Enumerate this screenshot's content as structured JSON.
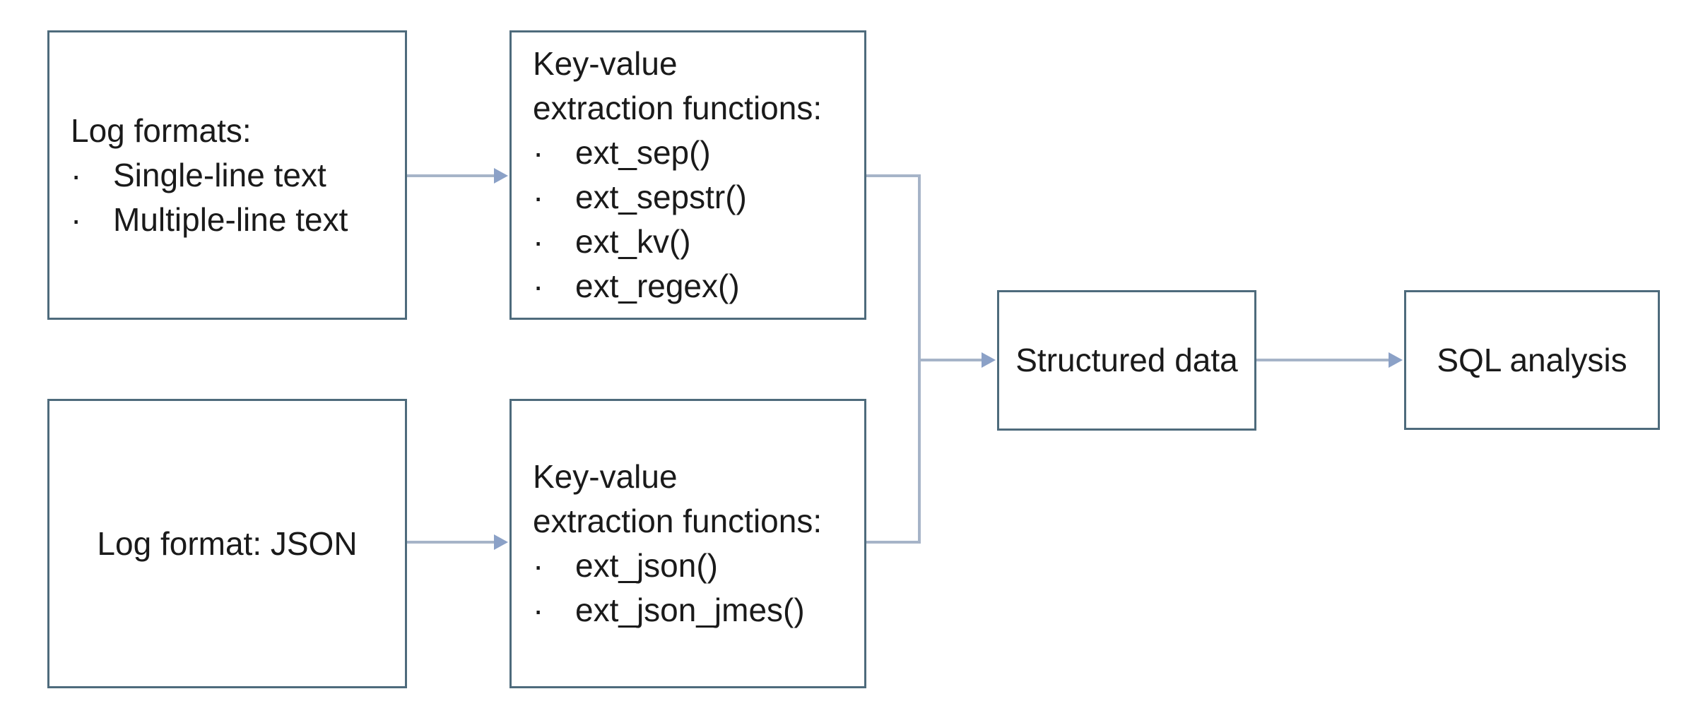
{
  "diagram": {
    "background": "#ffffff",
    "colors": {
      "box_border": "#4e6b7c",
      "arrow_shaft": "#a6b4c8",
      "arrow_head": "#8ba1c7",
      "text": "#1a1a1a"
    },
    "bullet_marker": "·",
    "nodes": {
      "log_formats": {
        "title": "Log formats:",
        "bullets": [
          "Single-line text",
          "Multiple-line text"
        ]
      },
      "kv_extract_text": {
        "title_lines": [
          "Key-value",
          "extraction functions:"
        ],
        "bullets": [
          "ext_sep()",
          "ext_sepstr()",
          "ext_kv()",
          "ext_regex()"
        ]
      },
      "log_json": {
        "label": "Log format: JSON"
      },
      "kv_extract_json": {
        "title_lines": [
          "Key-value",
          "extraction functions:"
        ],
        "bullets": [
          "ext_json()",
          "ext_json_jmes()"
        ]
      },
      "structured_data": {
        "label": "Structured data"
      },
      "sql_analysis": {
        "label": "SQL analysis"
      }
    }
  }
}
